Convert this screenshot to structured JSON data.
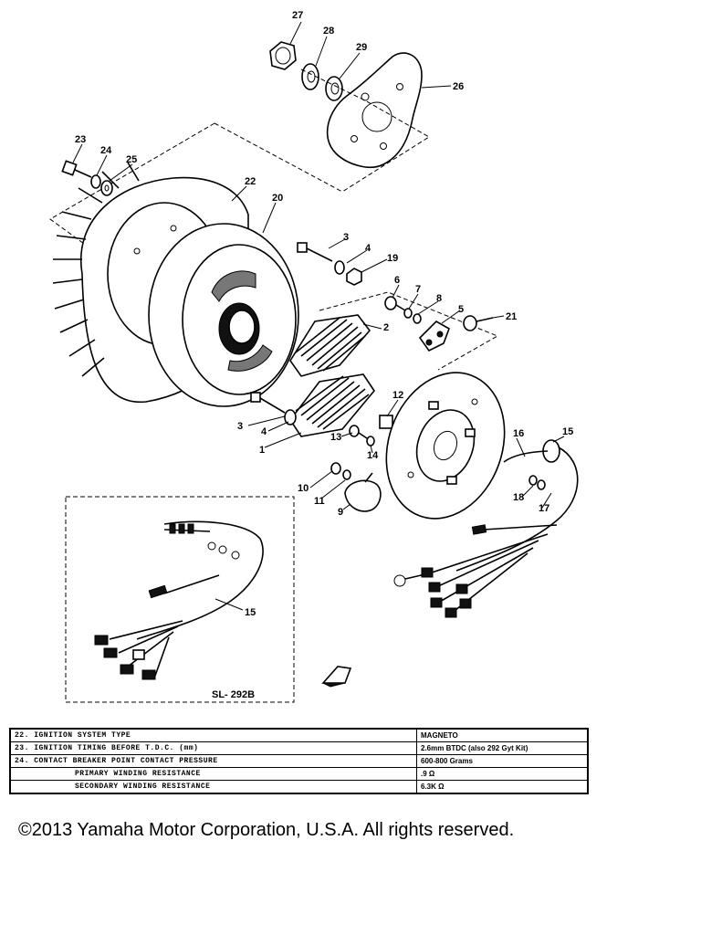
{
  "diagram": {
    "callouts": [
      {
        "id": "c27",
        "text": "27"
      },
      {
        "id": "c28",
        "text": "28"
      },
      {
        "id": "c29",
        "text": "29"
      },
      {
        "id": "c26",
        "text": "26"
      },
      {
        "id": "c23",
        "text": "23"
      },
      {
        "id": "c24",
        "text": "24"
      },
      {
        "id": "c25",
        "text": "25"
      },
      {
        "id": "c22",
        "text": "22"
      },
      {
        "id": "c20",
        "text": "20"
      },
      {
        "id": "c3a",
        "text": "3"
      },
      {
        "id": "c4a",
        "text": "4"
      },
      {
        "id": "c19",
        "text": "19"
      },
      {
        "id": "c6",
        "text": "6"
      },
      {
        "id": "c7",
        "text": "7"
      },
      {
        "id": "c8",
        "text": "8"
      },
      {
        "id": "c5",
        "text": "5"
      },
      {
        "id": "c21",
        "text": "21"
      },
      {
        "id": "c2",
        "text": "2"
      },
      {
        "id": "c12",
        "text": "12"
      },
      {
        "id": "c3b",
        "text": "3"
      },
      {
        "id": "c4b",
        "text": "4"
      },
      {
        "id": "c13",
        "text": "13"
      },
      {
        "id": "c14",
        "text": "14"
      },
      {
        "id": "c1",
        "text": "1"
      },
      {
        "id": "c16",
        "text": "16"
      },
      {
        "id": "c15a",
        "text": "15"
      },
      {
        "id": "c10",
        "text": "10"
      },
      {
        "id": "c11",
        "text": "11"
      },
      {
        "id": "c9",
        "text": "9"
      },
      {
        "id": "c18",
        "text": "18"
      },
      {
        "id": "c17",
        "text": "17"
      },
      {
        "id": "c15b",
        "text": "15"
      }
    ],
    "inset_label": "SL- 292B"
  },
  "spec_table": [
    {
      "label": "22. IGNITION SYSTEM TYPE",
      "value": "MAGNETO",
      "indent": false
    },
    {
      "label": "23. IGNITION TIMING BEFORE T.D.C. (mm)",
      "value": "2.6mm BTDC (also 292 Gyt Kit)",
      "indent": false
    },
    {
      "label": "24. CONTACT BREAKER POINT CONTACT PRESSURE",
      "value": "600-800 Grams",
      "indent": false
    },
    {
      "label": "PRIMARY WINDING RESISTANCE",
      "value": ".9 Ω",
      "indent": true
    },
    {
      "label": "SECONDARY WINDING RESISTANCE",
      "value": "6.3K Ω",
      "indent": true
    }
  ],
  "copyright": "©2013 Yamaha Motor Corporation, U.S.A. All rights reserved."
}
